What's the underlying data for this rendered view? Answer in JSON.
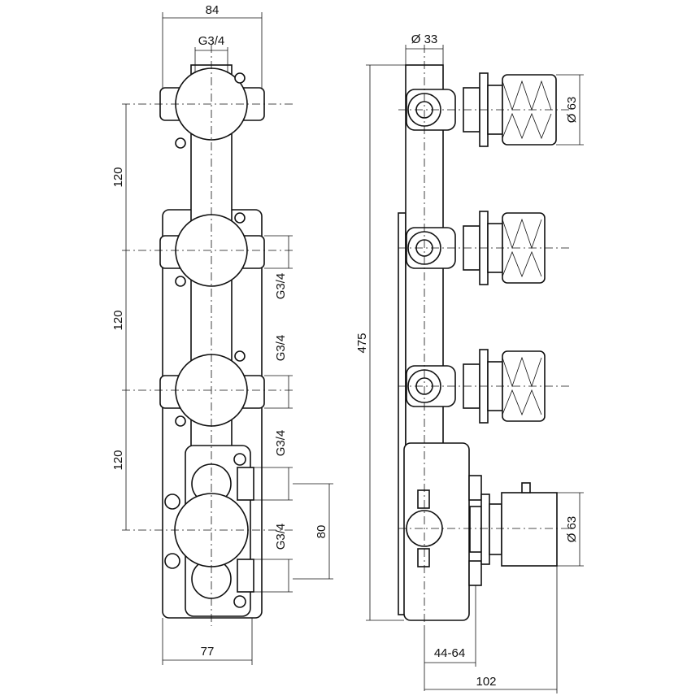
{
  "drawing": {
    "front_view": {
      "width_top": "84",
      "inlet_thread_top": "G3/4",
      "spacing_1": "120",
      "spacing_2": "120",
      "spacing_3": "120",
      "outlet_thread_1": "G3/4",
      "outlet_thread_2": "G3/4",
      "outlet_thread_3": "G3/4",
      "outlet_thread_4": "G3/4",
      "mixer_height": "80",
      "width_bottom": "77"
    },
    "side_view": {
      "pipe_diameter": "Ø 33",
      "knob_diameter_top": "Ø 63",
      "knob_diameter_bottom": "Ø 63",
      "total_height": "475",
      "wall_depth_range": "44-64",
      "total_depth": "102"
    }
  }
}
